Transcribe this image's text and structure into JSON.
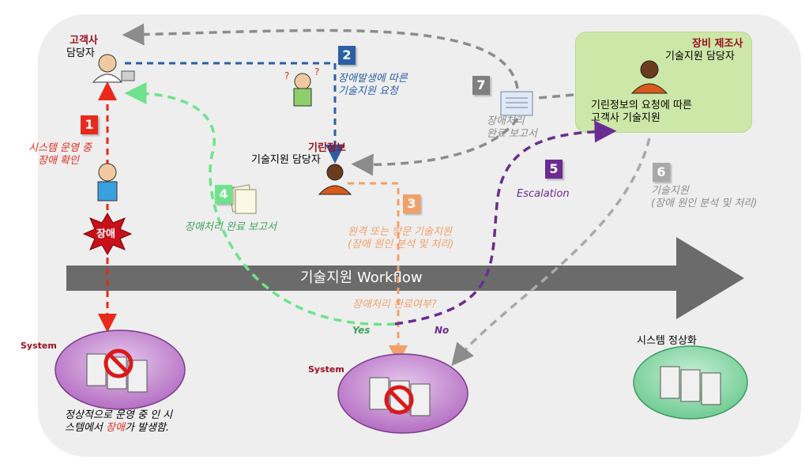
{
  "customer": {
    "org": "고객사",
    "role": "담당자"
  },
  "kirin": {
    "org": "기린정보",
    "role": "기술지원 담당자"
  },
  "vendor": {
    "org": "장비 제조사",
    "role": "기술지원 담당자",
    "support_line1": "기린정보의 요청에 따른",
    "support_line2": "고객사 기술지원"
  },
  "steps": [
    {
      "num": "1",
      "color": "#e8291c",
      "line1": "시스템 운영 중",
      "line2": "장애 확인"
    },
    {
      "num": "2",
      "color": "#2b5fa5",
      "line1": "장애발생에 따른",
      "line2": "기술지원 요청"
    },
    {
      "num": "3",
      "color": "#f2a06a",
      "line1": "원격 또는 방문 기술지원",
      "line2": "(장애 원인 분석 및 처리)"
    },
    {
      "num": "4",
      "color": "#6fe28c",
      "line1": "장애처리 완료 보고서"
    },
    {
      "num": "5",
      "color": "#6b2c91",
      "line1": "Escalation"
    },
    {
      "num": "6",
      "color": "#a9a9a9",
      "line1": "기술지원",
      "line2": "(장애 원인 분석 및 처리)"
    },
    {
      "num": "7",
      "color": "#7f7f7f",
      "line1": "장애처리",
      "line2": "완료 보고서"
    }
  ],
  "fault_label": "장애",
  "workflow_title": "기술지원 Workflow",
  "decision": {
    "question": "장애처리 완료여부?",
    "yes": "Yes",
    "no": "No"
  },
  "systems": {
    "left": {
      "label": "System",
      "caption_line1": "정상적으로 운영 중 인 시",
      "caption_line2_pre": "스템에서 ",
      "caption_line2_highlight": "장애",
      "caption_line2_post": "가 발생함."
    },
    "middle": {
      "label": "System"
    },
    "right": {
      "label": "시스템 정상화"
    }
  },
  "colors": {
    "maroon": "#9b0d1e",
    "workflow_arrow": "#6b6b6b",
    "system_ellipse": "#b77fc2",
    "normal_ellipse": "#7fcf9a"
  }
}
